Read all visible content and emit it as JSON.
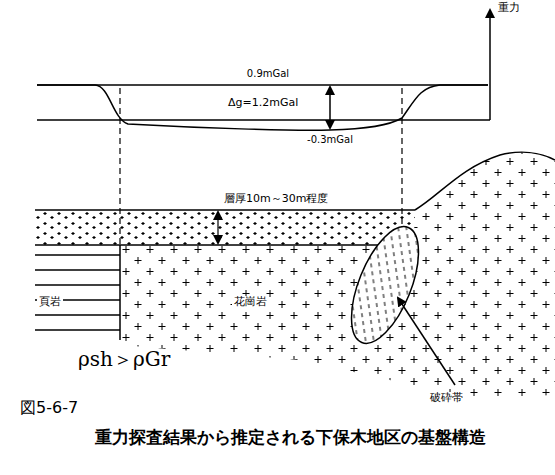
{
  "diagram": {
    "title": "図5-6-7",
    "caption": "重力探査結果から推定される下保木地区の基盤構造",
    "labels": [
      "重力",
      "0.9mGal",
      "Δg=1.2mGal",
      "-0.3mGal",
      "層厚10m～30m程度",
      "頁岩",
      "花崗岩",
      "ρsh＞ρGr",
      "破砕帯"
    ]
  }
}
